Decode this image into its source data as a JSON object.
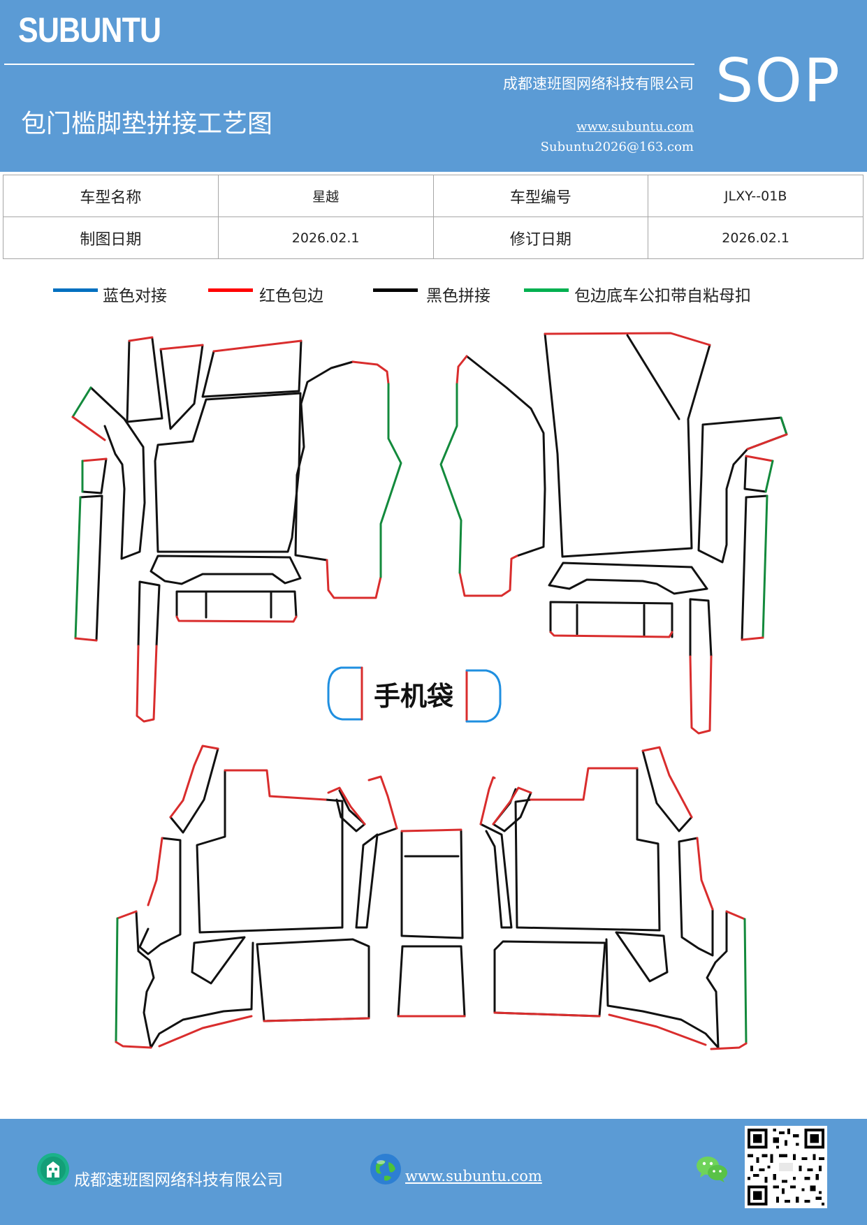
{
  "header": {
    "brand": "SUBUNTU",
    "doc_type": "SOP",
    "company": "成都速班图网络科技有限公司",
    "title": "包门槛脚垫拼接工艺图",
    "website": "www.subuntu.com",
    "email": "Subuntu2026@163.com",
    "background_color": "#5b9bd5"
  },
  "info_table": {
    "rows": [
      [
        {
          "text": "车型名称",
          "kind": "label"
        },
        {
          "text": "星越",
          "kind": "value"
        },
        {
          "text": "车型编号",
          "kind": "label"
        },
        {
          "text": "JLXY--01B",
          "kind": "value"
        }
      ],
      [
        {
          "text": "制图日期",
          "kind": "label"
        },
        {
          "text": "2026.02.1",
          "kind": "value"
        },
        {
          "text": "修订日期",
          "kind": "label"
        },
        {
          "text": "2026.02.1",
          "kind": "value"
        }
      ]
    ]
  },
  "legend": [
    {
      "label": "蓝色对接",
      "color": "#0070c0"
    },
    {
      "label": "红色包边",
      "color": "#ff0000"
    },
    {
      "label": "黑色拼接",
      "color": "#000000"
    },
    {
      "label": "包边底车公扣带自粘母扣",
      "color": "#00b050"
    }
  ],
  "diagram": {
    "center_label": "手机袋",
    "edge_colors": {
      "blue": "#1f8fe0",
      "red": "#d92d2d",
      "black": "#111111",
      "green": "#138a3c"
    }
  },
  "footer": {
    "company": "成都速班图网络科技有限公司",
    "website": "www.subuntu.com",
    "icons": [
      "building-icon",
      "globe-icon",
      "wechat-icon",
      "qr-code"
    ]
  }
}
